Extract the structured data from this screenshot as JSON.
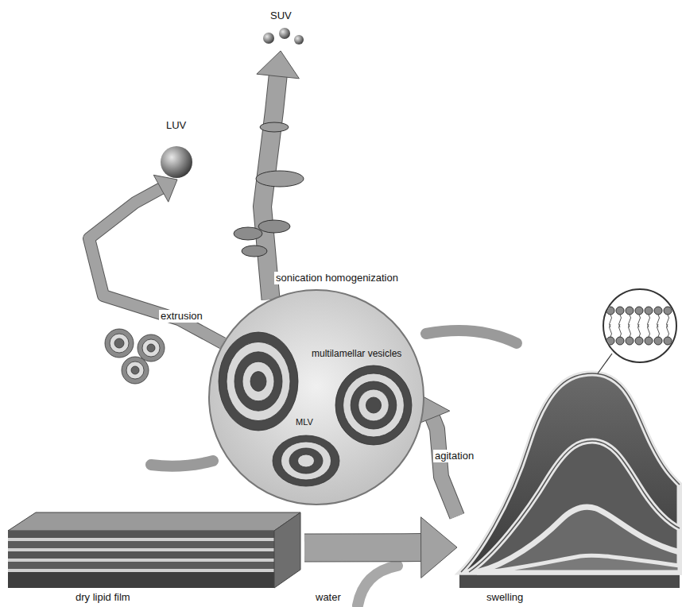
{
  "diagram": {
    "nodes": [
      {
        "text": [
          "dry lipid film"
        ]
      },
      {
        "text": [
          "swelling"
        ]
      },
      {
        "text": [
          "multilamellar vesicles",
          "MLV"
        ]
      },
      {
        "text": [
          "LUV"
        ]
      },
      {
        "text": [
          "SUV"
        ]
      }
    ],
    "edges": [
      {
        "from": 0,
        "to": 1,
        "arrow": "to",
        "label": "water"
      },
      {
        "from": 1,
        "to": 2,
        "arrow": "to",
        "label": "agitation"
      },
      {
        "from": 2,
        "to": 3,
        "arrow": "to",
        "label": "extrusion"
      },
      {
        "from": 2,
        "to": 4,
        "arrow": "to",
        "label": "sonication homogenization"
      }
    ]
  }
}
